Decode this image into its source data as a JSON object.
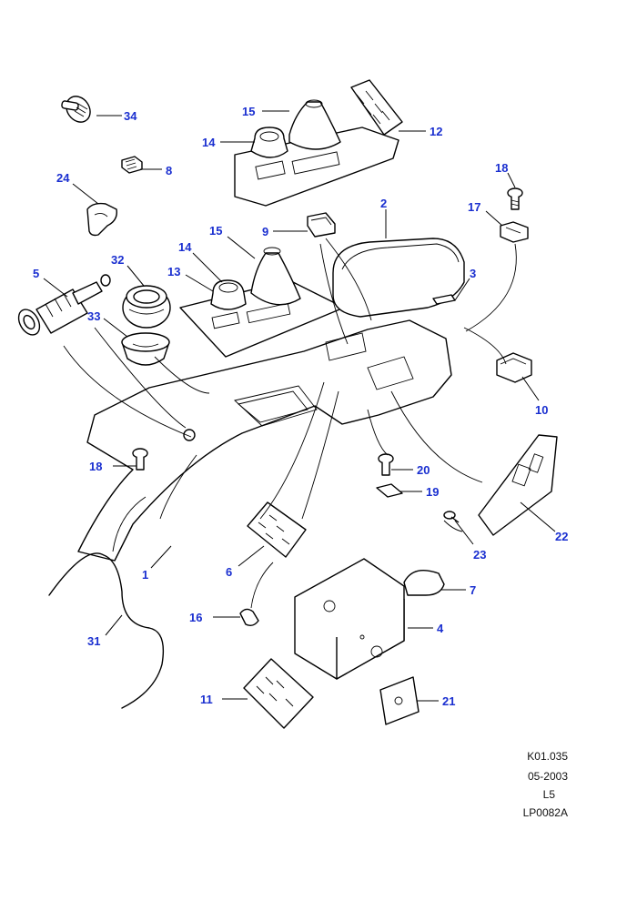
{
  "callouts": {
    "c1": "1",
    "c2": "2",
    "c3": "3",
    "c4": "4",
    "c5": "5",
    "c6": "6",
    "c7": "7",
    "c8": "8",
    "c9": "9",
    "c10": "10",
    "c11": "11",
    "c12": "12",
    "c13": "13",
    "c14a": "14",
    "c14b": "14",
    "c15a": "15",
    "c15b": "15",
    "c16": "16",
    "c17": "17",
    "c18a": "18",
    "c18b": "18",
    "c19": "19",
    "c20": "20",
    "c21": "21",
    "c22": "22",
    "c23": "23",
    "c24": "24",
    "c31": "31",
    "c32": "32",
    "c33": "33",
    "c34": "34"
  },
  "footer": {
    "ref": "K01.035",
    "date": "05-2003",
    "level": "L5",
    "code": "LP0082A"
  },
  "colors": {
    "callout": "#1a2fd0",
    "line": "#000000"
  }
}
